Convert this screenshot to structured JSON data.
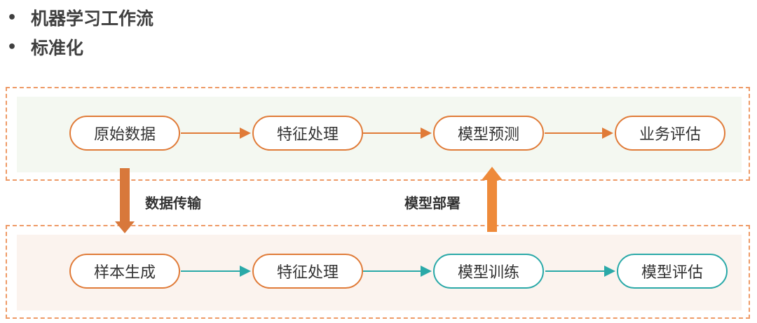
{
  "bullets": [
    "机器学习工作流",
    "标准化"
  ],
  "bullet_marker": "•",
  "colors": {
    "orange": "#e07b38",
    "teal": "#2aa9a8",
    "big_arrow": "#d8783b",
    "dash": "#ee9a66"
  },
  "top_row": {
    "nodes": [
      "原始数据",
      "特征处理",
      "模型预测",
      "业务评估"
    ]
  },
  "bottom_row": {
    "nodes": [
      "样本生成",
      "特征处理",
      "模型训练",
      "模型评估"
    ]
  },
  "labels": {
    "down": "数据传输",
    "up": "模型部署"
  }
}
